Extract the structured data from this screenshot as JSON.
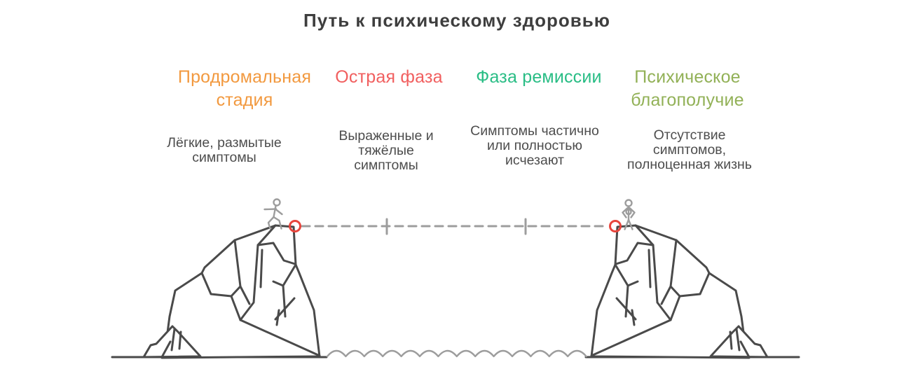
{
  "title": "Путь к психическому здоровью",
  "stages": [
    {
      "label": "Продромальная\nстадия",
      "color": "#F2993F",
      "description": "Лёгкие, размытые\nсимптомы"
    },
    {
      "label": "Острая фаза",
      "color": "#F15F5F",
      "description": "Выраженные и\nтяжёлые\nсимптомы"
    },
    {
      "label": "Фаза ремиссии",
      "color": "#29BD85",
      "description": "Симптомы частично\nили полностью\nисчезают"
    },
    {
      "label": "Психическое\nблагополучие",
      "color": "#92B157",
      "description": "Отсутствие\nсимптомов,\nполноценная жизнь"
    }
  ],
  "colors": {
    "ink": "#3E3E3E",
    "line_dark": "#4A4A4A",
    "line_soft": "#9D9D9D",
    "marker_red": "#E8453C",
    "text_dark": "#4D4D4D"
  }
}
